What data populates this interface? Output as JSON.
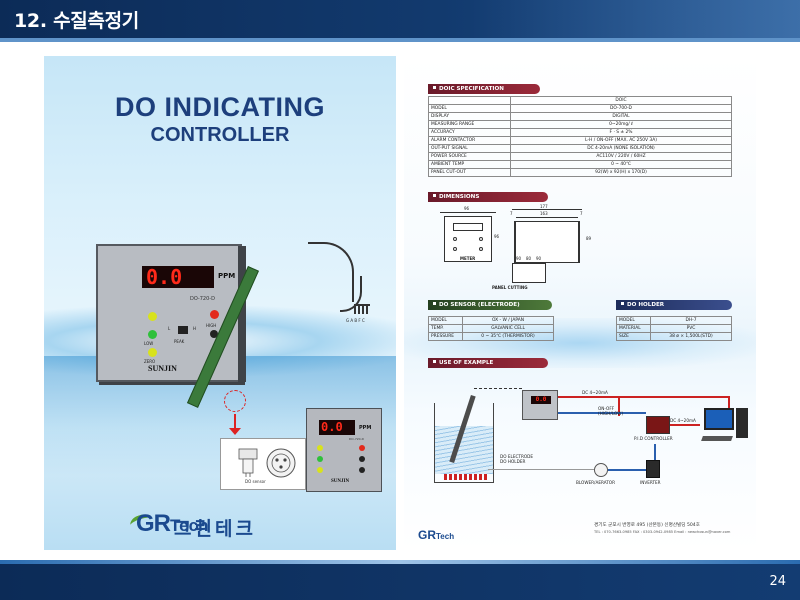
{
  "slide": {
    "title": "12. 수질측정기",
    "page_number": "24"
  },
  "left_page": {
    "title_line1": "DO INDICATING",
    "title_line2": "CONTROLLER",
    "meter": {
      "display": "0.0",
      "unit": "PPM",
      "model": "DO-720-D",
      "brand": "SUNJIN",
      "labels": [
        "L",
        "H",
        "PEAK",
        "LOW",
        "HIGH",
        "ZERO",
        "SPAN"
      ]
    },
    "pin_letters": "G A B F C",
    "sensor_label": "DO sensor",
    "small_meter": {
      "display": "0.0",
      "unit": "PPM",
      "model": "DO-720-D",
      "brand": "SUNJIN"
    },
    "logo": {
      "gr": "GR",
      "tech": "Tech",
      "korean": "그린테크"
    }
  },
  "right_page": {
    "spec_section": "DOIC SPECIFICATION",
    "spec_table": {
      "header": "DOIC",
      "rows": [
        [
          "MODEL",
          "DO-700-D"
        ],
        [
          "DISPLAY",
          "DIGITAL"
        ],
        [
          "MEASURING RANGE",
          "0~20mg/ ℓ"
        ],
        [
          "ACCURACY",
          "F · S ± 2%"
        ],
        [
          "ALARM CONTACTOR",
          "L-H / ON-OFF (MAX. AC 250V 3A)"
        ],
        [
          "OUT-PUT SIGNAL",
          "DC 4-20mA (NONE ISOLATION)"
        ],
        [
          "POWER SOURCE",
          "AC110V / 220V / 60HZ"
        ],
        [
          "AMBIENT TEMP",
          "0 ~ 40℃"
        ],
        [
          "PANEL CUT-OUT",
          "92(W) x 92(H) x 170(D)"
        ]
      ]
    },
    "dimensions_section": "DIMENSIONS",
    "dimensions": {
      "front_width": "96",
      "front_height": "96",
      "side_total": "177",
      "side_body": "163",
      "side_left": "7",
      "side_right": "7",
      "side_height": "89",
      "meter_label": "METER",
      "cut_w1": "90",
      "cut_w2": "80",
      "cut_w3": "90",
      "panel_label": "PANEL CUTTING"
    },
    "sensor_section": "DO SENSOR (ELECTRODE)",
    "sensor_table": [
      [
        "MODEL",
        "OX - W / JAPAN"
      ],
      [
        "TEMP.",
        "GALVANIC CELL"
      ],
      [
        "PRESSURE",
        "0 ~ 35℃ (THERMISTOR)"
      ]
    ],
    "holder_section": "DO HOLDER",
    "holder_table": [
      [
        "MODEL",
        "DH-7"
      ],
      [
        "MATERIAL",
        "PVC"
      ],
      [
        "SIZE",
        "38 ø × 1,500L(STD)"
      ]
    ],
    "use_section": "USE OF EXAMPLE",
    "use_example": {
      "meter_display": "0.0",
      "signal1": "DC 4~20mA",
      "onoff": "ON-OFF\n(HIGH/LOW)",
      "signal2": "DC 4~20mA",
      "pid": "P.I.D CONTROLLER",
      "electrode": "DO ELECTRODE\nDO HOLDER",
      "blower": "BLOWER/AERATOR",
      "inverter": "INVERTER"
    },
    "logo": {
      "gr": "GR",
      "tech": "Tech"
    },
    "address": "경기도 군포시 번영로 495 (산본동) 신명산빌딩 504호",
    "contact": "TEL : 070-7663-0985  FAX : 0303-0942-0985  Email : newchosun@naver.com"
  },
  "colors": {
    "header_navy": "#0c2b57",
    "brand_blue": "#1b4a8f",
    "display_red": "#ff2a1a",
    "section_maroon": "#9b2a3a",
    "section_green": "#4e7a3a",
    "section_navy": "#3b4f8e"
  }
}
